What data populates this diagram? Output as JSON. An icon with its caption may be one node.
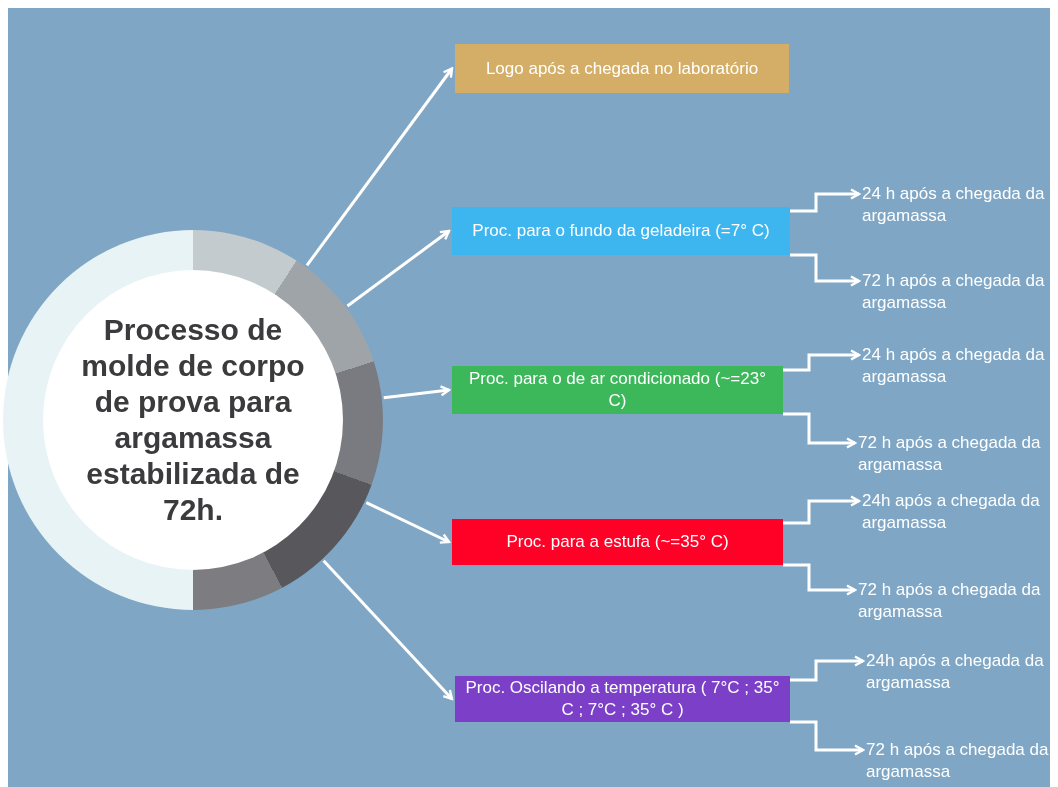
{
  "diagram": {
    "nodes": [
      {
        "text": [
          "Processo de molde de corpo de prova para argamassa estabilizada de 72h."
        ]
      },
      {
        "text": [
          "Logo após a chegada no laboratório"
        ]
      },
      {
        "text": [
          "Proc. para o fundo da geladeira (=7°  C)"
        ]
      },
      {
        "text": [
          "Proc. para o de ar condicionado (~=23° C)"
        ]
      },
      {
        "text": [
          "Proc. para a estufa (~=35° C)"
        ]
      },
      {
        "text": [
          "Proc. Oscilando a temperatura ( 7°C ;  35° C ; 7°C ; 35° C )"
        ]
      },
      {
        "text": [
          "24 h após a chegada da argamassa"
        ]
      },
      {
        "text": [
          "72 h após a chegada da argamassa"
        ]
      },
      {
        "text": [
          "24 h após a chegada da argamassa"
        ]
      },
      {
        "text": [
          "72 h após a chegada da argamassa"
        ]
      },
      {
        "text": [
          "24h após a chegada da argamassa"
        ]
      },
      {
        "text": [
          "72 h após a chegada da argamassa"
        ]
      },
      {
        "text": [
          "24h após a chegada da argamassa"
        ]
      },
      {
        "text": [
          "72 h após a chegada da argamassa"
        ]
      }
    ],
    "edges": [
      {
        "from": 0,
        "to": 1,
        "arrow": "to"
      },
      {
        "from": 0,
        "to": 2,
        "arrow": "to"
      },
      {
        "from": 0,
        "to": 3,
        "arrow": "to"
      },
      {
        "from": 0,
        "to": 4,
        "arrow": "to"
      },
      {
        "from": 0,
        "to": 5,
        "arrow": "to"
      },
      {
        "from": 2,
        "to": 6,
        "arrow": "to"
      },
      {
        "from": 2,
        "to": 7,
        "arrow": "to"
      },
      {
        "from": 3,
        "to": 8,
        "arrow": "to"
      },
      {
        "from": 3,
        "to": 9,
        "arrow": "to"
      },
      {
        "from": 4,
        "to": 10,
        "arrow": "to"
      },
      {
        "from": 4,
        "to": 11,
        "arrow": "to"
      },
      {
        "from": 5,
        "to": 12,
        "arrow": "to"
      },
      {
        "from": 5,
        "to": 13,
        "arrow": "to"
      }
    ]
  }
}
